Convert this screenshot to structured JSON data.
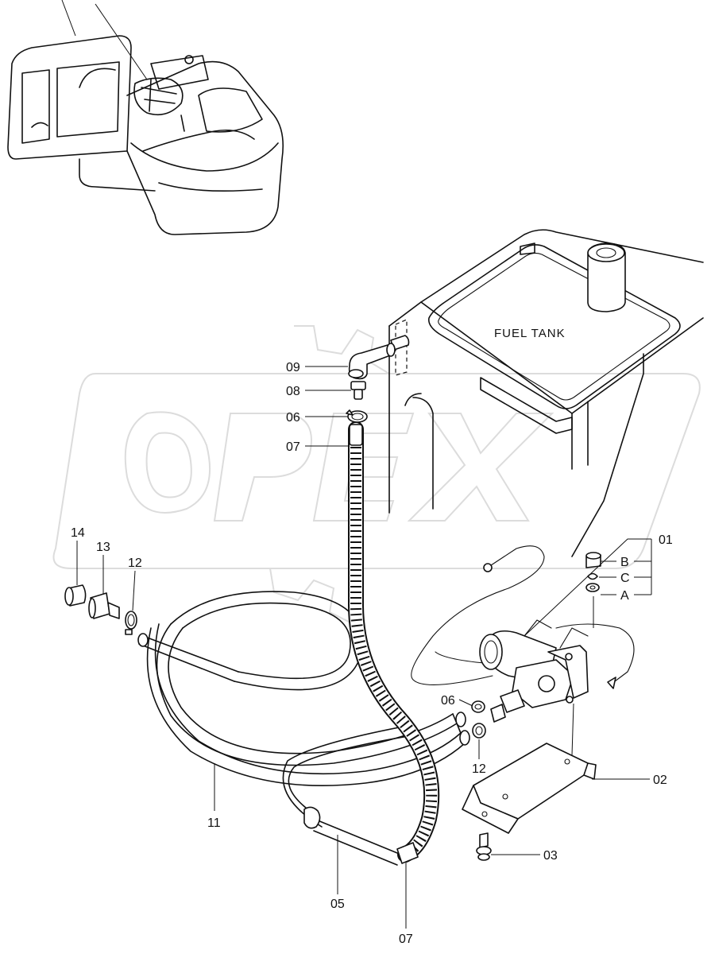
{
  "diagram": {
    "tank_label": "FUEL TANK",
    "watermark_text": "OPEX",
    "part_labels": {
      "p01": "01",
      "p02": "02",
      "p03": "03",
      "p05": "05",
      "p06_top": "06",
      "p06_pump": "06",
      "p07_top": "07",
      "p07_bottom": "07",
      "p08": "08",
      "p09": "09",
      "p11": "11",
      "p12_left": "12",
      "p12_pump": "12",
      "p13": "13",
      "p14": "14",
      "pA": "A",
      "pB": "B",
      "pC": "C"
    }
  },
  "colors": {
    "line": "#111111",
    "watermark": "#dcdcdc",
    "background": "#ffffff"
  }
}
